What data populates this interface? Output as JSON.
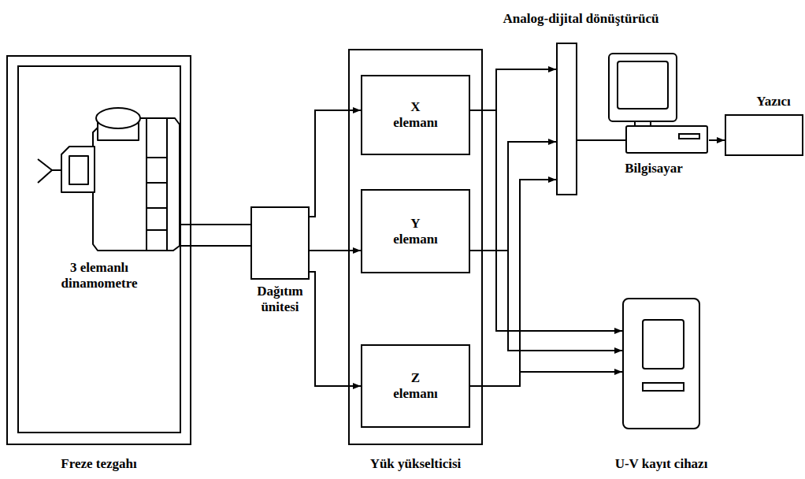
{
  "diagram": {
    "nodes": [
      {
        "text": [
          "Freze tezgahı"
        ]
      },
      {
        "text": [
          "3 elemanlı dinamometre"
        ],
        "in": 0
      },
      {
        "text": [
          "Dağıtım ünitesi"
        ]
      },
      {
        "text": [
          "Yük yükselticisi"
        ]
      },
      {
        "text": [
          "X elemanı"
        ],
        "in": 3
      },
      {
        "text": [
          "Y elemanı"
        ],
        "in": 3
      },
      {
        "text": [
          "Z elemanı"
        ],
        "in": 3
      },
      {
        "text": [
          "Analog-dijital dönüştürücü"
        ]
      },
      {
        "text": [
          "Bilgisayar"
        ]
      },
      {
        "text": [
          "Yazıcı"
        ]
      },
      {
        "text": [
          "U-V kayıt cihazı"
        ]
      }
    ],
    "edges": [
      {
        "from": 1,
        "to": 2,
        "arrow": "none"
      },
      {
        "from": 2,
        "to": 4,
        "arrow": "to"
      },
      {
        "from": 2,
        "to": 5,
        "arrow": "to"
      },
      {
        "from": 2,
        "to": 6,
        "arrow": "to"
      },
      {
        "from": 4,
        "to": 7,
        "arrow": "to"
      },
      {
        "from": 5,
        "to": 7,
        "arrow": "to"
      },
      {
        "from": 6,
        "to": 7,
        "arrow": "to"
      },
      {
        "from": 4,
        "to": 10,
        "arrow": "to"
      },
      {
        "from": 5,
        "to": 10,
        "arrow": "to"
      },
      {
        "from": 6,
        "to": 10,
        "arrow": "to"
      },
      {
        "from": 7,
        "to": 8,
        "arrow": "none"
      },
      {
        "from": 8,
        "to": 9,
        "arrow": "to"
      }
    ]
  }
}
